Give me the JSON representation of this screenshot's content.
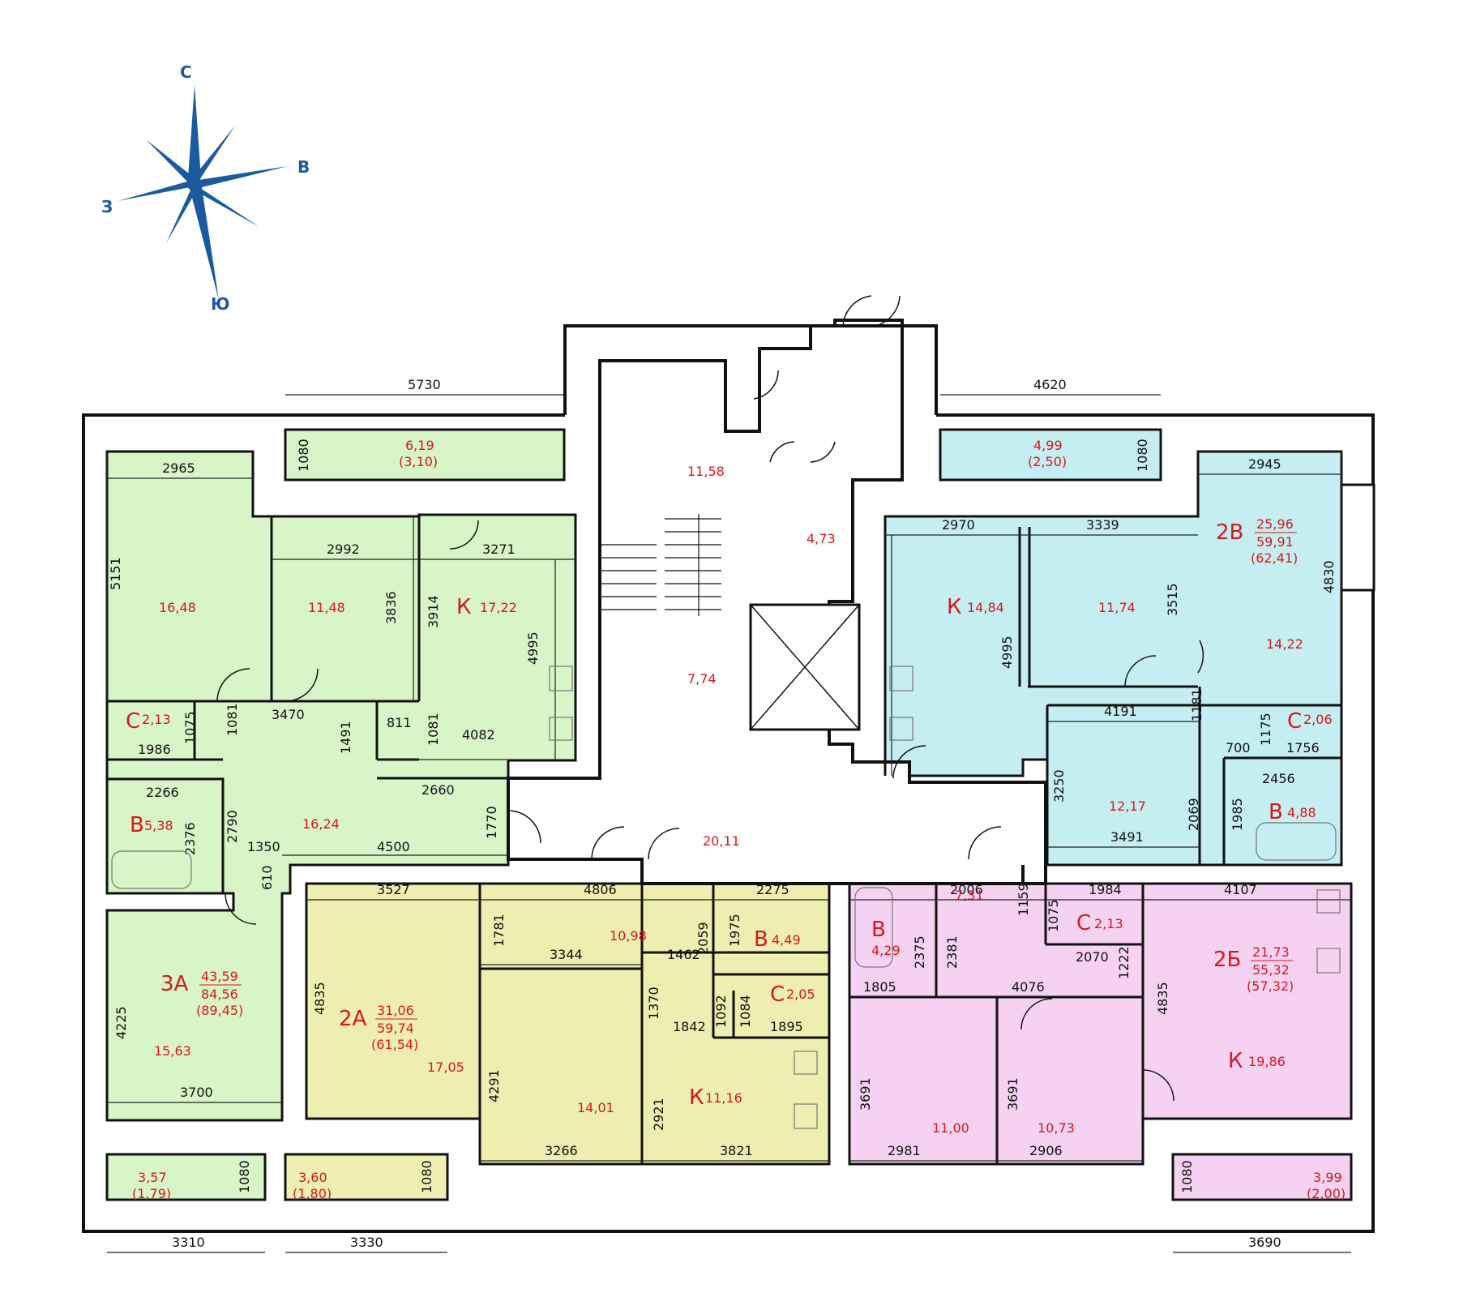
{
  "compass": {
    "north": "С",
    "east": "В",
    "south": "Ю",
    "west": "З"
  },
  "colors": {
    "apt3A": "#d8f5c8",
    "apt2A": "#eeeeb0",
    "apt2B": "#f5d2f2",
    "apt2V": "#c4eef2",
    "text_red": "#d8181a",
    "compass": "#1b5aa0"
  },
  "apartments": {
    "a3A": {
      "label": "3А",
      "living": "43,59",
      "total": "84,56",
      "total_bal": "(89,45)"
    },
    "a2A": {
      "label": "2А",
      "living": "31,06",
      "total": "59,74",
      "total_bal": "(61,54)"
    },
    "a2B": {
      "label": "2Б",
      "living": "21,73",
      "total": "55,32",
      "total_bal": "(57,32)"
    },
    "a2V": {
      "label": "2В",
      "living": "25,96",
      "total": "59,91",
      "total_bal": "(62,41)"
    }
  },
  "rooms": {
    "r1": "16,48",
    "r2": "11,48",
    "k1_label": "К",
    "k1": "17,22",
    "c1_label": "С",
    "c1": "2,13",
    "hall1": "16,24",
    "v1_label": "В",
    "v1": "5,38",
    "r3": "15,63",
    "bal1": "6,19",
    "bal1b": "(3,10)",
    "bal2": "3,57",
    "bal2b": "(1,79)",
    "bal3": "3,60",
    "bal3b": "(1,80)",
    "r4": "17,05",
    "hall2": "10,98",
    "v2_label": "В",
    "v2": "4,49",
    "c2_label": "С",
    "c2": "2,05",
    "r5": "14,01",
    "k2_label": "К",
    "k2": "11,16",
    "st1": "11,58",
    "st2": "4,73",
    "st3": "7,74",
    "st4": "20,11",
    "kv_label": "К",
    "kv": "14,84",
    "rv1": "11,74",
    "rv2": "14,22",
    "cv_label": "С",
    "cv": "2,06",
    "hallv": "12,17",
    "vv_label": "В",
    "vv": "4,88",
    "balv": "4,99",
    "balvb": "(2,50)",
    "vb_label": "В",
    "vb": "4,29",
    "hallb": "7,31",
    "cb_label": "С",
    "cb": "2,13",
    "kb_label": "К",
    "kb": "19,86",
    "rb1": "11,00",
    "rb2": "10,73",
    "balb": "3,99",
    "balbb": "(2,00)"
  },
  "dims": {
    "d5730": "5730",
    "d4620": "4620",
    "d1080a": "1080",
    "d1080b": "1080",
    "d2965": "2965",
    "d5151": "5151",
    "d2992": "2992",
    "d3836": "3836",
    "d3914": "3914",
    "d3271": "3271",
    "d4995a": "4995",
    "d1075a": "1075",
    "d1986": "1986",
    "d1081a": "1081",
    "d3470": "3470",
    "d1491": "1491",
    "d811": "811",
    "d1081b": "1081",
    "d4082": "4082",
    "d2266": "2266",
    "d2376": "2376",
    "d2790": "2790",
    "d1350": "1350",
    "d4500": "4500",
    "d2660": "2660",
    "d1770": "1770",
    "d610": "610",
    "d4225": "4225",
    "d3700": "3700",
    "d1080c": "1080",
    "d3310": "3310",
    "d1080d": "1080",
    "d3330": "3330",
    "d3527": "3527",
    "d4806": "4806",
    "d1781": "1781",
    "d3344": "3344",
    "d2059": "2059",
    "d1462": "1462",
    "d1975": "1975",
    "d2275": "2275",
    "d4835a": "4835",
    "d1370": "1370",
    "d1842": "1842",
    "d1092": "1092",
    "d1084": "1084",
    "d1895": "1895",
    "d4291": "4291",
    "d2921": "2921",
    "d3266": "3266",
    "d3821": "3821",
    "d2970": "2970",
    "d3339": "3339",
    "d3515": "3515",
    "d4995b": "4995",
    "d2945": "2945",
    "d4830": "4830",
    "d4191": "4191",
    "d1181": "1181",
    "d700": "700",
    "d1175": "1175",
    "d1756": "1756",
    "d3250": "3250",
    "d2456": "2456",
    "d2069": "2069",
    "d1985": "1985",
    "d3491": "3491",
    "d2006": "2006",
    "d1159": "1159",
    "d1075b": "1075",
    "d1984": "1984",
    "d4107": "4107",
    "d2375": "2375",
    "d2381": "2381",
    "d2070": "2070",
    "d1222": "1222",
    "d1805": "1805",
    "d4076": "4076",
    "d4835b": "4835",
    "d3691a": "3691",
    "d3691b": "3691",
    "d2981": "2981",
    "d2906": "2906",
    "d1080e": "1080",
    "d3690": "3690"
  }
}
